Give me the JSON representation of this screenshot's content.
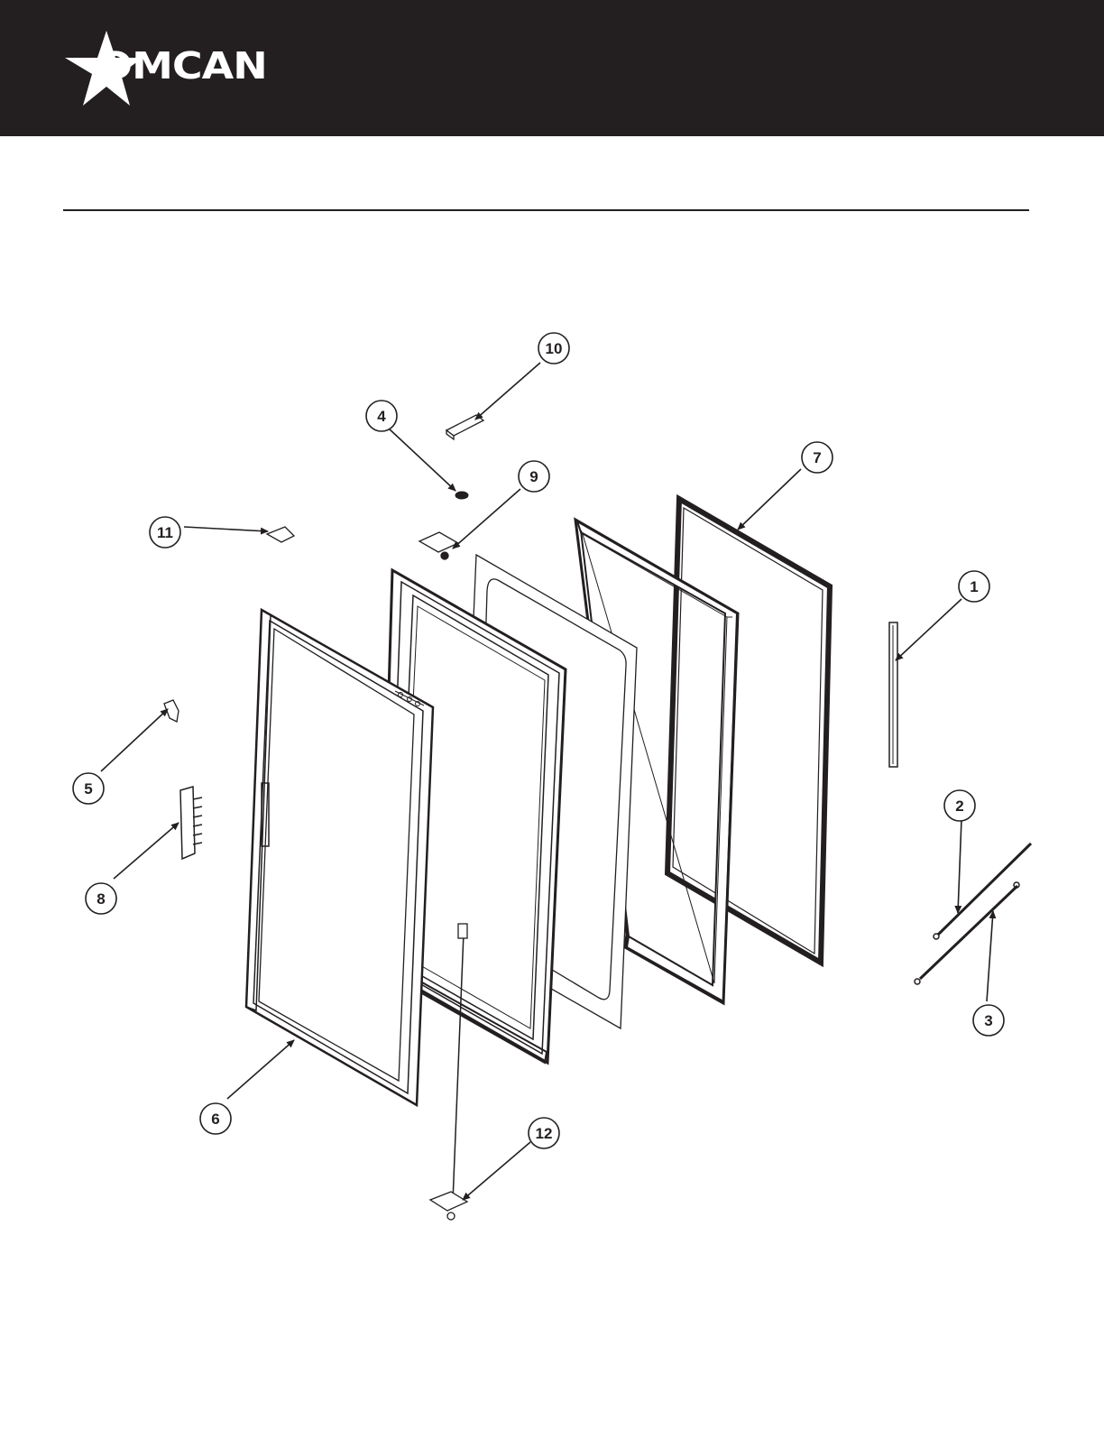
{
  "brand": {
    "name": "OMCAN"
  },
  "callouts": [
    {
      "id": "c1",
      "label": "1"
    },
    {
      "id": "c2",
      "label": "2"
    },
    {
      "id": "c3",
      "label": "3"
    },
    {
      "id": "c4",
      "label": "4"
    },
    {
      "id": "c5",
      "label": "5"
    },
    {
      "id": "c6",
      "label": "6"
    },
    {
      "id": "c7",
      "label": "7"
    },
    {
      "id": "c8",
      "label": "8"
    },
    {
      "id": "c9",
      "label": "9"
    },
    {
      "id": "c10",
      "label": "10"
    },
    {
      "id": "c11",
      "label": "11"
    },
    {
      "id": "c12",
      "label": "12"
    }
  ],
  "colors": {
    "header_bg": "#231f20",
    "ink": "#231f20",
    "paper": "#ffffff"
  }
}
